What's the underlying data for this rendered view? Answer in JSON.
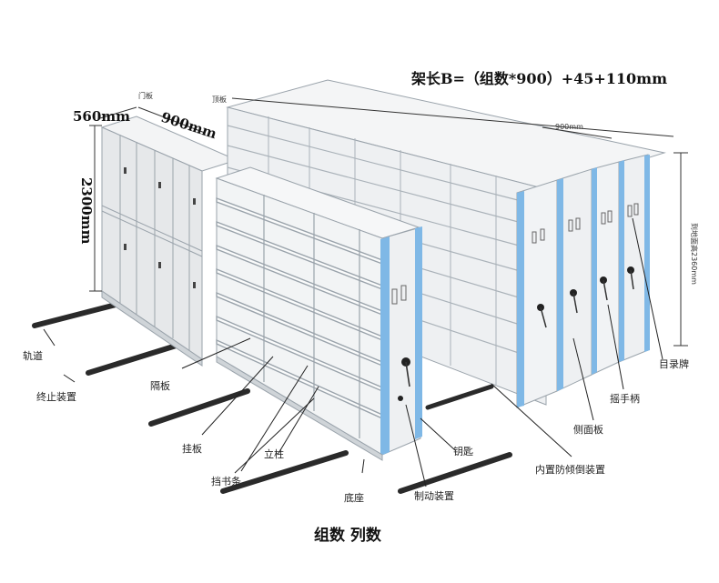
{
  "dimensions": {
    "width_left": "560mm",
    "width_right": "900mm",
    "height": "2300mm",
    "length_formula": "架长B=（组数*900）+45+110mm",
    "bay_width": "900mm",
    "overall_height": "到地面高2360mm",
    "door_panel": "门板",
    "top_panel": "顶板"
  },
  "labels": {
    "rail": "轨道",
    "end_stop": "终止装置",
    "divider": "隔板",
    "hang_board": "挂板",
    "post": "立柱",
    "book_stop": "挡书条",
    "base": "底座",
    "brake": "制动装置",
    "key": "钥匙",
    "anti_tilt": "内置防倾倒装置",
    "side_panel": "侧面板",
    "hand_crank": "摇手柄",
    "tag": "目录牌"
  },
  "caption": "组数  列数",
  "colors": {
    "frame": "#e8eaec",
    "shelf": "#f4f5f6",
    "edge": "#9aa3ab",
    "blue": "#7fb8e6",
    "rail": "#2a2a2a"
  }
}
